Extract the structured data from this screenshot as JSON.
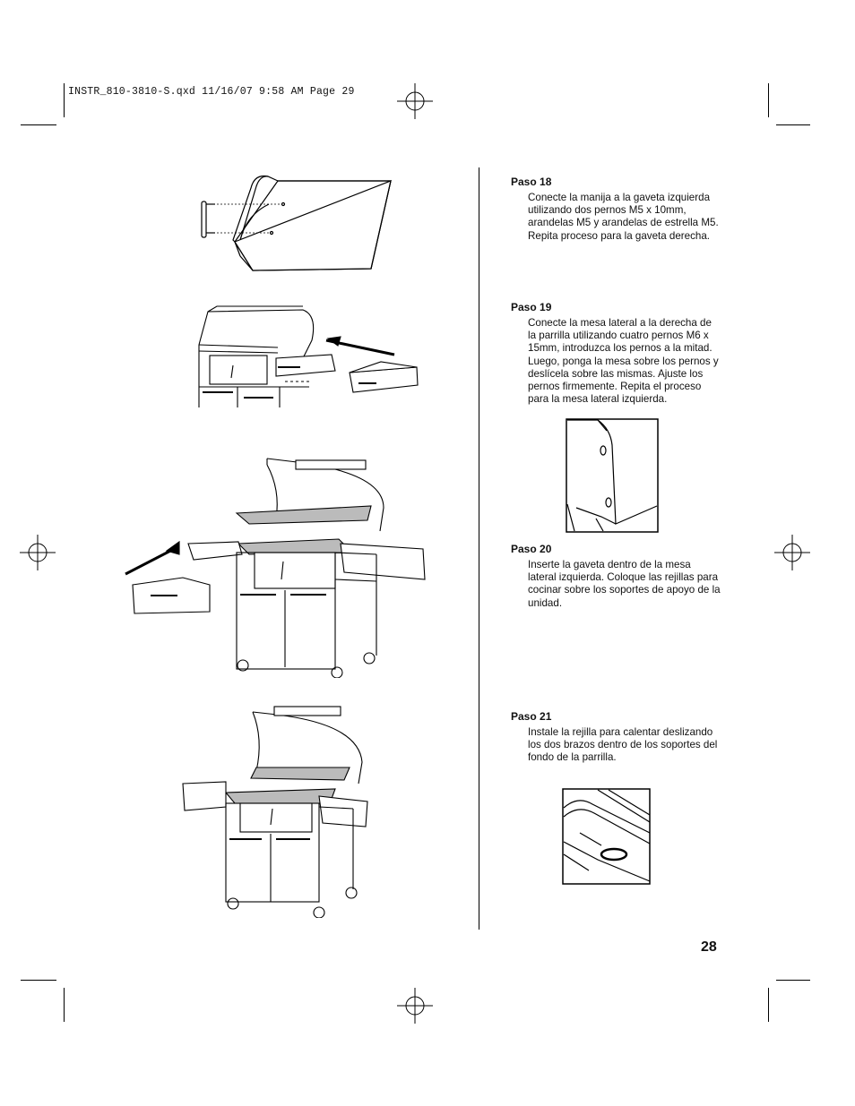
{
  "header": {
    "slug": "INSTR_810-3810-S.qxd  11/16/07  9:58 AM  Page 29"
  },
  "steps": [
    {
      "title": "Paso 18",
      "text": "Conecte la manija a la gaveta izquierda utilizando dos pernos M5 x 10mm, arandelas M5 y arandelas de estrella M5. Repita proceso para la gaveta derecha."
    },
    {
      "title": "Paso 19",
      "text": "Conecte la mesa lateral a la derecha de la parrilla utilizando cuatro pernos M6 x 15mm, introduzca los pernos a la mitad. Luego, ponga la mesa sobre los pernos y deslícela sobre las mismas. Ajuste los pernos firmemente. Repita el proceso para la mesa lateral izquierda."
    },
    {
      "title": "Paso 20",
      "text": "Inserte la gaveta dentro de la mesa lateral izquierda. Coloque las rejillas para cocinar sobre los soportes de apoyo de la unidad."
    },
    {
      "title": "Paso 21",
      "text": "Instale la rejilla para calentar deslizando los dos brazos dentro de los soportes del fondo de la parrilla."
    }
  ],
  "page_number": "28",
  "figures": [
    {
      "name": "drawer-handle-icon"
    },
    {
      "name": "side-table-attach-icon"
    },
    {
      "name": "drawer-insert-icon"
    },
    {
      "name": "warming-rack-icon"
    },
    {
      "name": "table-bolt-detail-icon"
    },
    {
      "name": "rack-bracket-detail-icon"
    }
  ]
}
